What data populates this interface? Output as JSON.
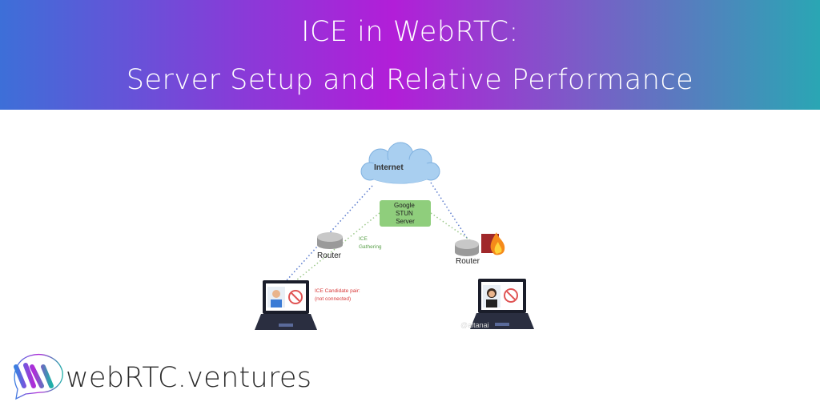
{
  "banner": {
    "title_line1": "ICE in WebRTC:",
    "title_line2": "Server Setup and Relative Performance",
    "gradient_colors": [
      "#3d6fd8",
      "#b21ed8",
      "#2aa6b4"
    ]
  },
  "diagram": {
    "cloud_label": "Internet",
    "stun_label_lines": [
      "Google",
      "STUN",
      "Server"
    ],
    "router_left_label": "Router",
    "router_right_label": "Router",
    "ice_gathering_lines": [
      "ICE",
      "Gathering"
    ],
    "candidate_lines": [
      "ICE Candidate pair:",
      "(not connected)"
    ],
    "watermark": "@altanai",
    "colors": {
      "stun_box": "#8fce7c",
      "gathering_text": "#5aa04a",
      "candidate_text": "#d83a3a"
    }
  },
  "footer": {
    "brand": "webRTC.ventures"
  }
}
